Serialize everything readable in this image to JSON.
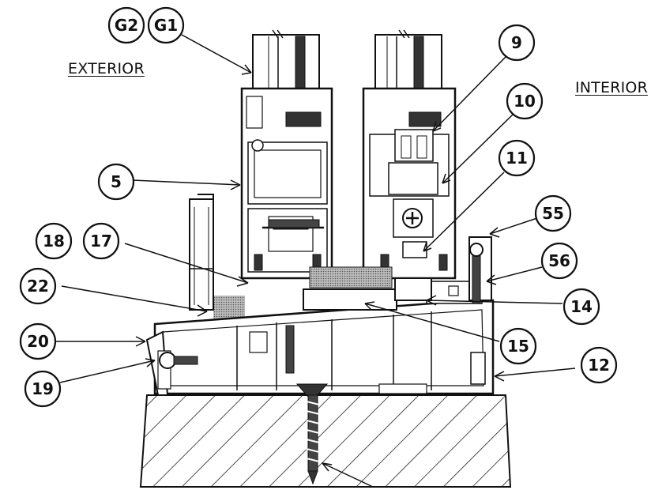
{
  "labels": {
    "exterior": "EXTERIOR",
    "interior": "INTERIOR"
  },
  "callouts": [
    "G2",
    "G1",
    "9",
    "10",
    "11",
    "55",
    "56",
    "5",
    "18",
    "17",
    "22",
    "20",
    "19",
    "14",
    "15",
    "12"
  ]
}
